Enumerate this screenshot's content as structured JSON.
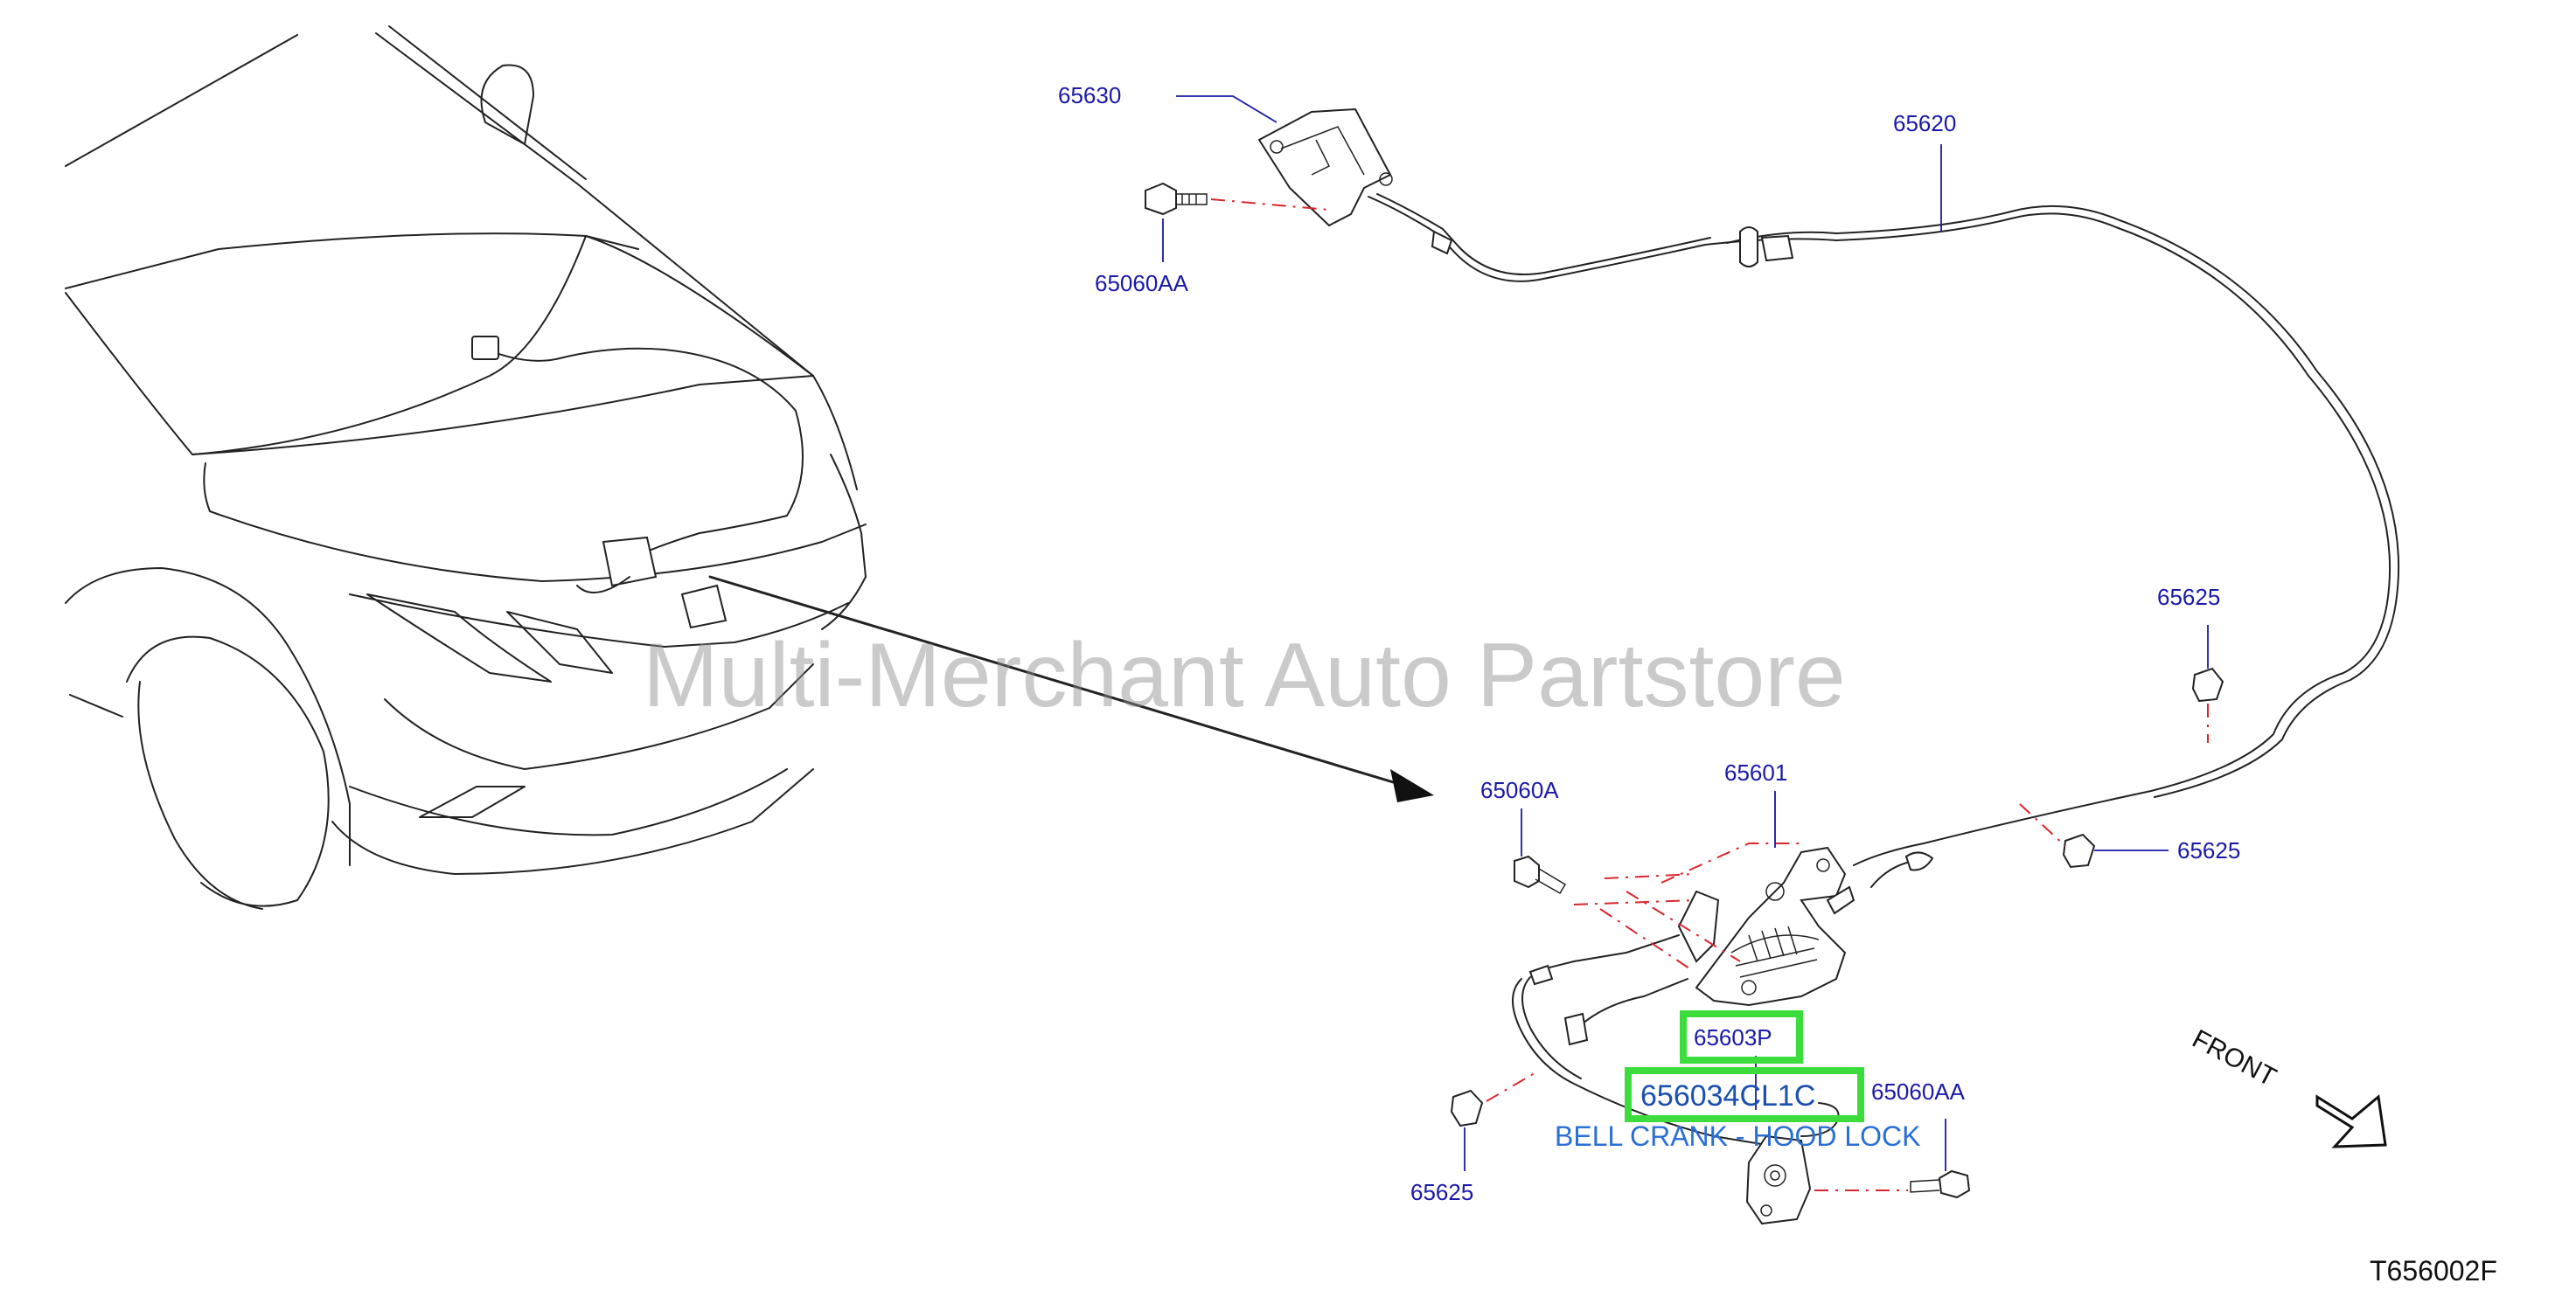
{
  "labels": {
    "p65630": "65630",
    "p65620": "65620",
    "p65060AA_top": "65060AA",
    "p65625_right_top": "65625",
    "p65625_right": "65625",
    "p65601": "65601",
    "p65060A": "65060A",
    "p65603P": "65603P",
    "p656034CL1C": "656034CL1C",
    "p65060AA_bottom": "65060AA",
    "p65625_bottom": "65625"
  },
  "description": "BELL CRANK - HOOD LOCK",
  "front_label": "FRONT",
  "diagram_code": "T656002F",
  "watermark": "Multi-Merchant Auto Partstore",
  "colors": {
    "label_blue": "#1a1aa8",
    "highlight_green": "#3ddc3d",
    "dash_red": "#d9262e",
    "desc_blue": "#2a6fd6"
  }
}
